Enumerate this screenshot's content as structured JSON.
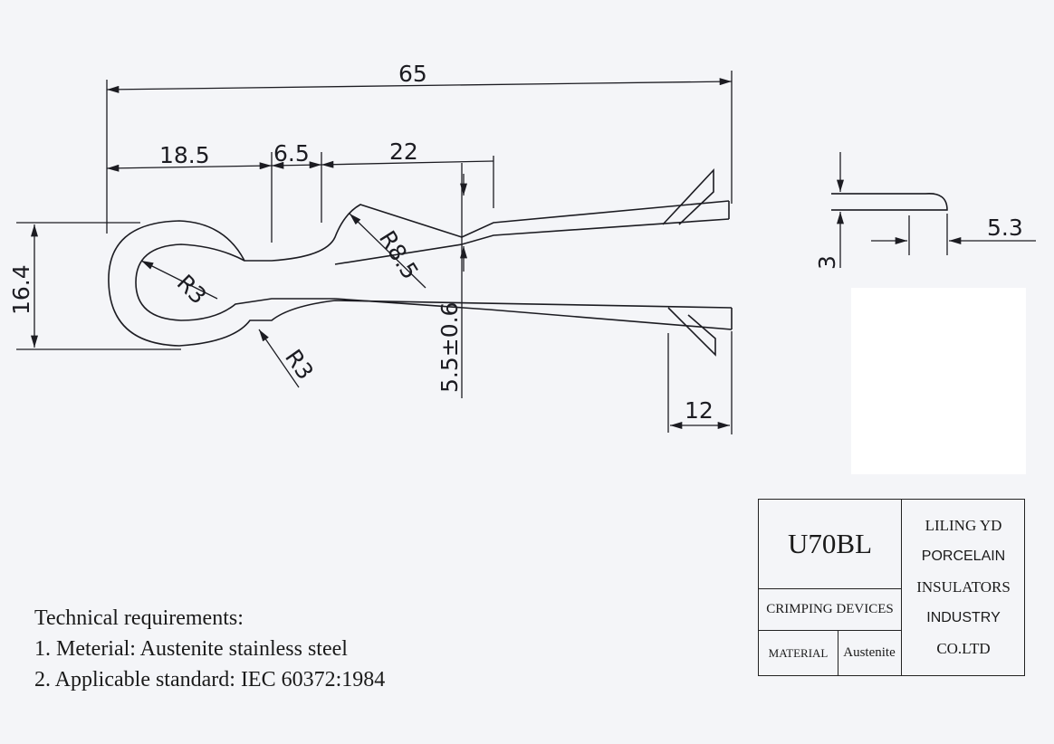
{
  "dimensions": {
    "overall_length": "65",
    "segment_a": "18.5",
    "segment_b": "6.5",
    "segment_c": "22",
    "height": "16.4",
    "radius_eye": "R3",
    "radius_bottom": "R3",
    "radius_bend": "R8.5",
    "opening": "5.5±0.6",
    "tip_length": "12",
    "wire_thickness": "3",
    "wire_width": "5.3"
  },
  "title_block": {
    "model": "U70BL",
    "product_type": "CRIMPING DEVICES",
    "material_label": "MATERIAL",
    "material_value": "Austenite",
    "company_lines": [
      "LILING YD",
      "PORCELAIN",
      "INSULATORS",
      "INDUSTRY",
      "CO.LTD"
    ]
  },
  "notes": {
    "heading": "Technical requirements:",
    "items": [
      "1. Meterial: Austenite stainless steel",
      "2. Applicable standard: IEC 60372:1984"
    ]
  }
}
